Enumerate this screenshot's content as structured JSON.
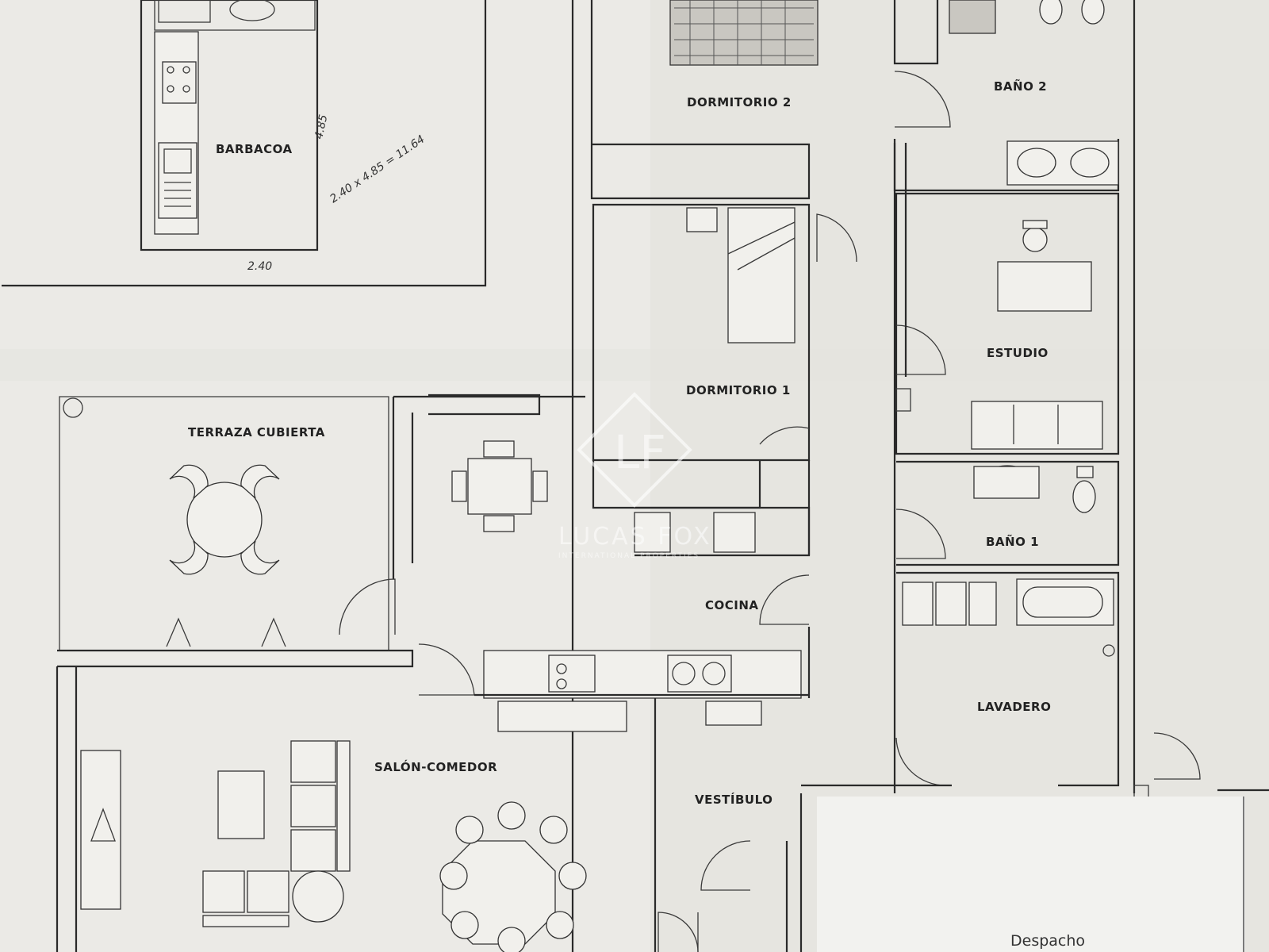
{
  "rooms": {
    "barbacoa": "BARBACOA",
    "dormitorio2": "DORMITORIO 2",
    "bano2": "BAÑO 2",
    "dormitorio1": "DORMITORIO 1",
    "estudio": "ESTUDIO",
    "terraza": "TERRAZA CUBIERTA",
    "cocina": "COCINA",
    "bano1": "BAÑO 1",
    "lavadero": "LAVADERO",
    "salon": "SALÓN-COMEDOR",
    "vestibulo": "VESTÍBULO",
    "despacho": "Despacho"
  },
  "annotations": {
    "dim_height": "4.85",
    "dim_calc": "2.40 x 4.85 = 11.64",
    "dim_width": "2.40"
  },
  "watermark": {
    "logo": "LF",
    "brand": "LUCAS FOX",
    "tagline": "INTERNATIONAL PROPERTIES"
  },
  "colors": {
    "paper": "#e9e8e4",
    "line": "#2a2a2a",
    "shadow": "#d4d3ce"
  }
}
